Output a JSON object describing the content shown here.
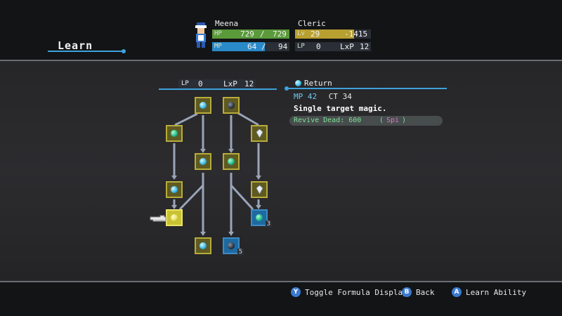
{
  "screen": {
    "title": "Learn"
  },
  "character": {
    "name": "Meena",
    "class": "Cleric",
    "hp": {
      "label": "HP",
      "current": "729",
      "sep": "/",
      "max": "729",
      "fraction": 1.0
    },
    "mp": {
      "label": "MP",
      "current": "64",
      "sep": "/",
      "max": "94",
      "fraction": 0.68
    },
    "lv": {
      "label": "Lv",
      "value": "29",
      "next": "-1415",
      "fraction": 0.78
    },
    "lp_row": {
      "lp_label": "LP",
      "lp_value": "0",
      "lxp_label": "LxP",
      "lxp_value": "12"
    }
  },
  "tree_header": {
    "lp_label": "LP",
    "lp_value": "0",
    "lxp_label": "LxP",
    "lxp_value": "12"
  },
  "ability": {
    "name": "Return",
    "mp_label": "MP",
    "mp_value": "42",
    "ct_label": "CT",
    "ct_value": "34",
    "description": "Single target magic.",
    "formula_main": "Revive Dead: 600",
    "formula_open": "(",
    "formula_stat": "Spi",
    "formula_close": ")"
  },
  "nodes": [
    {
      "id": "n1",
      "orb": "cyan",
      "counter": ""
    },
    {
      "id": "n2",
      "orb": "dark",
      "counter": ""
    },
    {
      "id": "n3",
      "orb": "green",
      "counter": ""
    },
    {
      "id": "n4",
      "orb": "crystal",
      "counter": ""
    },
    {
      "id": "n5",
      "orb": "cyan",
      "counter": ""
    },
    {
      "id": "n6",
      "orb": "green",
      "counter": ""
    },
    {
      "id": "n7",
      "orb": "cyan",
      "counter": ""
    },
    {
      "id": "n8",
      "orb": "crystal",
      "counter": ""
    },
    {
      "id": "n9",
      "orb": "yellow",
      "counter": ""
    },
    {
      "id": "n10",
      "orb": "green",
      "counter": "3"
    },
    {
      "id": "n11",
      "orb": "cyan",
      "counter": ""
    },
    {
      "id": "n12",
      "orb": "dark",
      "counter": "5"
    }
  ],
  "prompts": [
    {
      "button": "Y",
      "label": "Toggle Formula Display"
    },
    {
      "button": "B",
      "label": "Back"
    },
    {
      "button": "A",
      "label": "Learn Ability"
    }
  ],
  "colors": {
    "accent": "#3ea2dc",
    "hp_fill": "#5a9a3a",
    "mp_fill": "#2a8ac8",
    "lv_fill": "#b8a030",
    "node_gold": "#b8ac3a",
    "node_blue": "#1e6aa0"
  }
}
